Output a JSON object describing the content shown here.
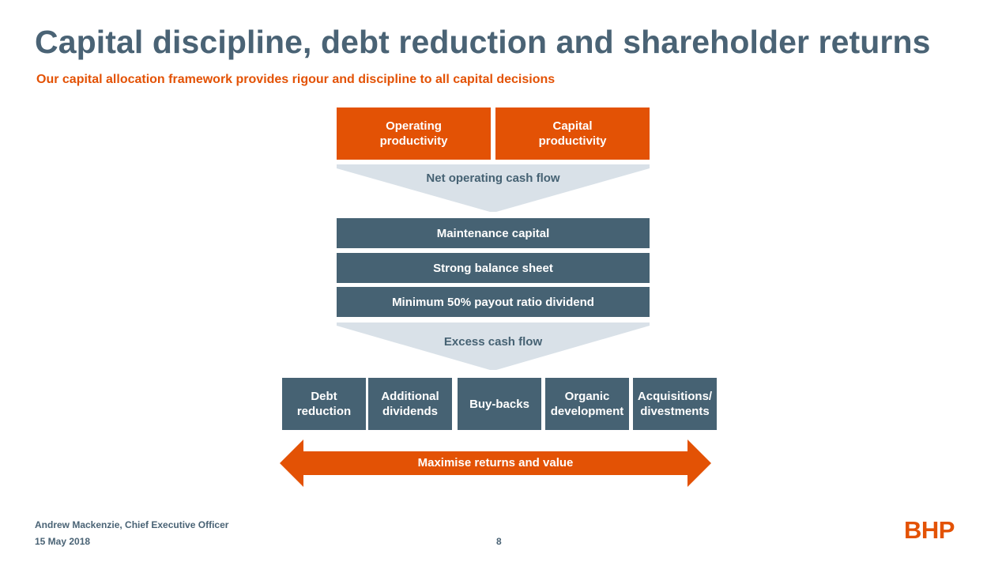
{
  "header": {
    "title": "Capital discipline, debt reduction and shareholder returns",
    "subtitle": "Our capital allocation framework provides rigour and discipline to all capital decisions"
  },
  "diagram": {
    "inputs": [
      {
        "label": "Operating\nproductivity"
      },
      {
        "label": "Capital\nproductivity"
      }
    ],
    "chevron_1": {
      "label": "Net operating cash flow"
    },
    "priorities": [
      {
        "label": "Maintenance capital"
      },
      {
        "label": "Strong balance sheet"
      },
      {
        "label": "Minimum 50% payout ratio dividend"
      }
    ],
    "chevron_2": {
      "label": "Excess cash flow"
    },
    "options": [
      {
        "label": "Debt\nreduction"
      },
      {
        "label": "Additional\ndividends"
      },
      {
        "label": "Buy-backs"
      },
      {
        "label": "Organic\ndevelopment"
      },
      {
        "label": "Acquisitions/\ndivestments"
      }
    ],
    "arrow": {
      "label": "Maximise returns and value"
    },
    "colors": {
      "orange": "#e35205",
      "slate": "#466273",
      "chevron": "#d9e1e8"
    }
  },
  "footer": {
    "presenter": "Andrew Mackenzie, Chief Executive Officer",
    "date": "15 May 2018",
    "page_number": "8",
    "logo": "BHP"
  }
}
